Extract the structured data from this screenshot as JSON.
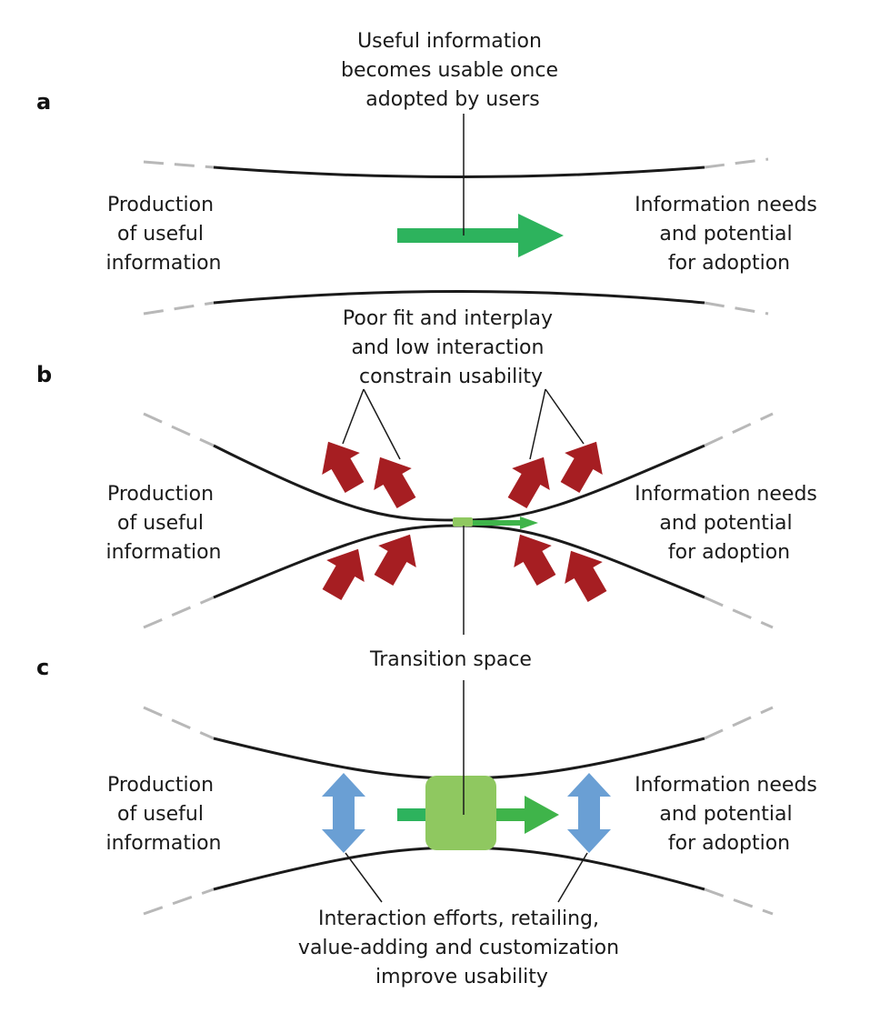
{
  "panels": {
    "a": {
      "letter": "a",
      "top_caption": [
        "Useful information",
        "becomes usable once",
        "adopted by users"
      ],
      "left_label": [
        "Production",
        "of useful",
        "information"
      ],
      "right_label": [
        "Information needs",
        "and potential",
        "for adoption"
      ]
    },
    "b": {
      "letter": "b",
      "top_caption": [
        "Poor fit and interplay",
        "and low interaction",
        "constrain usability"
      ],
      "left_label": [
        "Production",
        "of useful",
        "information"
      ],
      "right_label": [
        "Information needs",
        "and potential",
        "for adoption"
      ]
    },
    "c": {
      "letter": "c",
      "top_caption": [
        "Transition space"
      ],
      "left_label": [
        "Production",
        "of useful",
        "information"
      ],
      "right_label": [
        "Information needs",
        "and potential",
        "for adoption"
      ],
      "bottom_caption": [
        "Interaction efforts, retailing,",
        "value-adding and customization",
        "improve usability"
      ]
    }
  },
  "colors": {
    "flow_arrow": "#2db35d",
    "flow_arrow_light": "#3fb44a",
    "constraint_arrow": "#a61e22",
    "interaction_arrow": "#6a9fd4",
    "transition_box": "#8fc860",
    "boundary": "#1a1a1a",
    "faded_boundary": "#b8b8b8"
  },
  "icons": {
    "flow": "right-arrow",
    "constraint": "inward-block-arrow",
    "interaction": "double-headed-vertical-arrow"
  }
}
